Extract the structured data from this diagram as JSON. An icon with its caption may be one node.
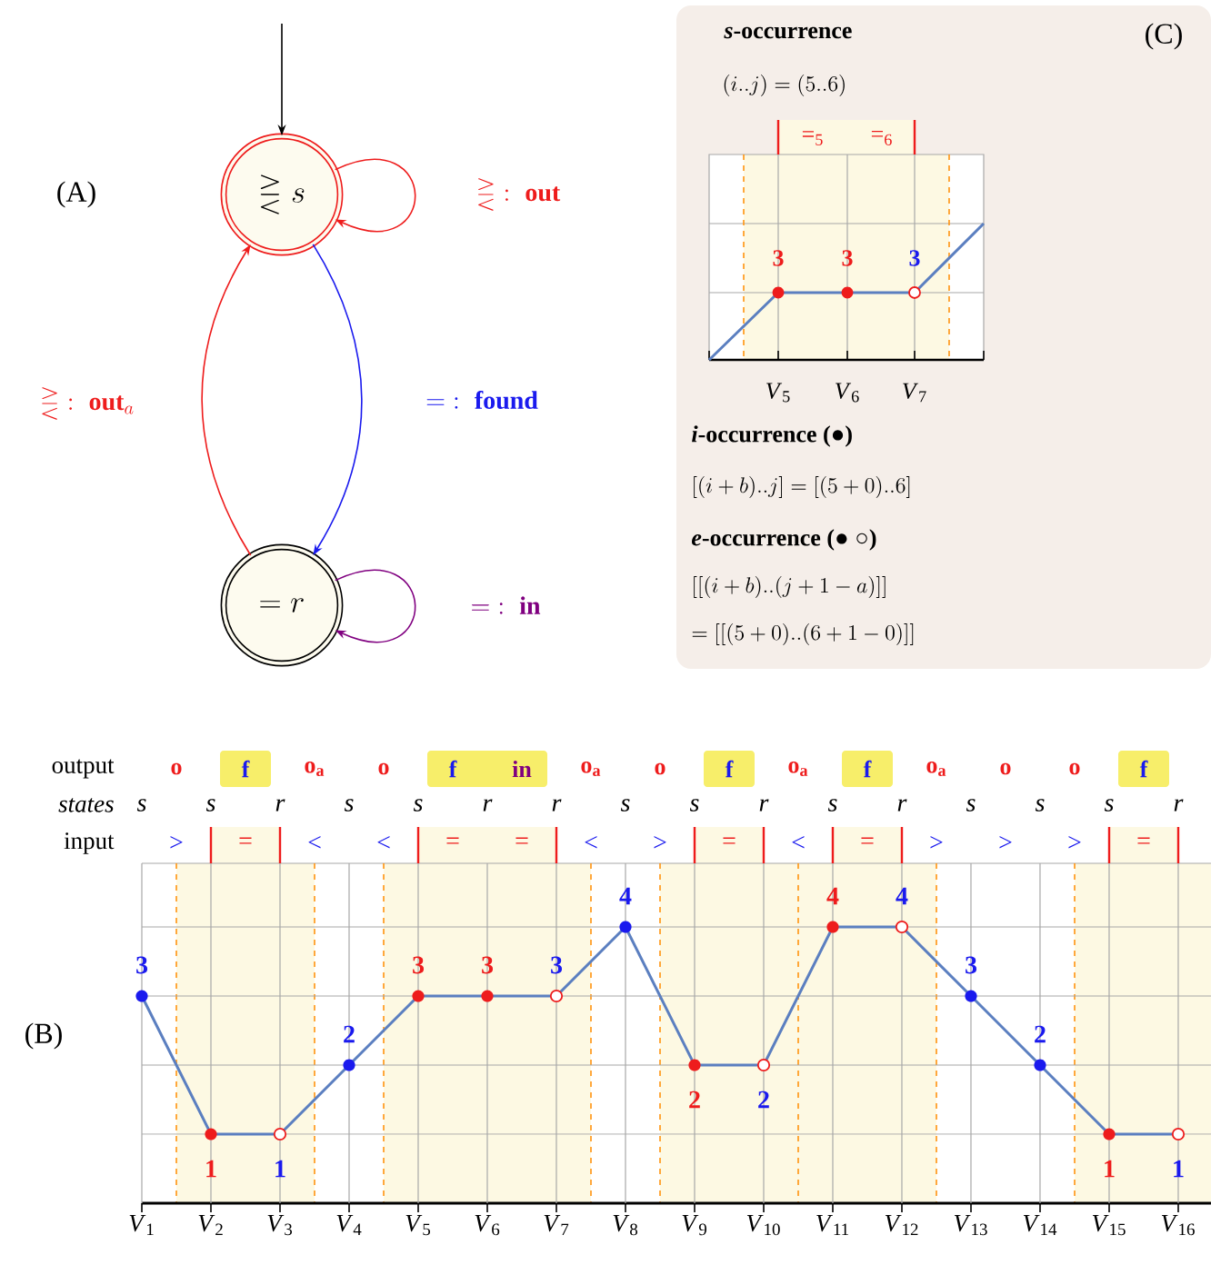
{
  "diagram": {
    "nodes": [
      {
        "text": [
          "\\gtreqless s"
        ]
      },
      {
        "text": [
          "= r"
        ]
      },
      {
        "text": [
          "*s*-occurrence",
          "(i..j) = (5..6)",
          "*i*-occurrence (●)",
          "[(i+b)..j] = [(5+0)..6]",
          "*e*-occurrence (● ○)",
          "[[(i+b)..(j+1-a)]]",
          "= [[(5+0)..(6+1-0)]]"
        ]
      }
    ],
    "edges": [
      {
        "from": null,
        "to": 0,
        "arrow": "to",
        "color": "#000000"
      },
      {
        "from": 0,
        "to": 0,
        "arrow": "to",
        "label": "\\gtreqless\\;:\\;\\mathbf{out}",
        "color": "#ee1c1c"
      },
      {
        "from": 0,
        "to": 1,
        "arrow": "to",
        "label": "=\\;:\\;\\mathbf{found}",
        "color": "#1a1aee"
      },
      {
        "from": 1,
        "to": 0,
        "arrow": "to",
        "label": "\\gtreqless\\;:\\;\\mathbf{out}_{a}",
        "color": "#ee1c1c"
      },
      {
        "from": 1,
        "to": 1,
        "arrow": "to",
        "label": "=\\;:\\;\\mathbf{in}",
        "color": "#800080"
      }
    ],
    "labels": [
      "(A)",
      "(C)",
      "=$_{5}$",
      "=$_{6}$",
      "3",
      "3",
      "3",
      "*V*$_{5}$",
      "*V*$_{6}$",
      "*V*$_{7}$",
      "output",
      "o",
      "f",
      "o$_{a}$",
      "o",
      "f",
      "in",
      "o$_{a}$",
      "o",
      "f",
      "o$_{a}$",
      "f",
      "o$_{a}$",
      "o",
      "o",
      "f",
      "states",
      "s",
      "s",
      "r",
      "s",
      "s",
      "r",
      "r",
      "s",
      "s",
      "r",
      "s",
      "r",
      "s",
      "s",
      "s",
      "r",
      "input",
      ">",
      "=",
      "<",
      "<",
      "=",
      "=",
      "<",
      ">",
      "=",
      "<",
      "=",
      ">",
      ">",
      ">",
      "=",
      "(B)"
    ],
    "chart_data": {
      "type": "line",
      "categories": [
        "*V*$_{1}$",
        "*V*$_{2}$",
        "*V*$_{3}$",
        "*V*$_{4}$",
        "*V*$_{5}$",
        "*V*$_{6}$",
        "*V*$_{7}$",
        "*V*$_{8}$",
        "*V*$_{9}$",
        "*V*$_{10}$",
        "*V*$_{11}$",
        "*V*$_{12}$",
        "*V*$_{13}$",
        "*V*$_{14}$",
        "*V*$_{15}$",
        "*V*$_{16}$"
      ],
      "values": [
        3,
        1,
        1,
        2,
        3,
        3,
        3,
        4,
        2,
        2,
        4,
        4,
        3,
        2,
        1,
        1
      ],
      "grid": true,
      "marker": "circle",
      "data_labels": true
    }
  }
}
